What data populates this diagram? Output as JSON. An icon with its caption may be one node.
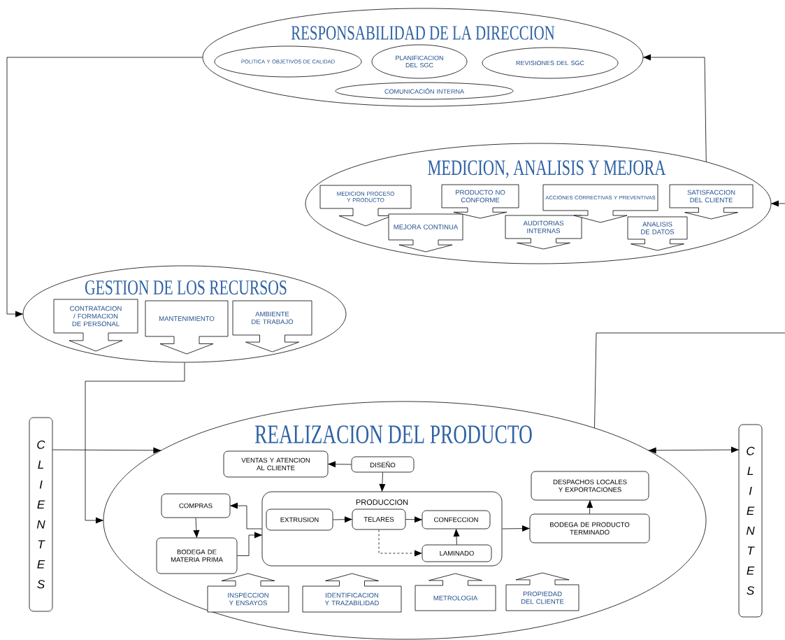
{
  "diagram": {
    "nodes": [
      {
        "text": [
          "RESPONSABILIDAD DE LA DIRECCION"
        ]
      },
      {
        "text": [
          "POLITICA Y OBJETIVOS DE CALIDAD"
        ],
        "in": 0
      },
      {
        "text": [
          "PLANIFICACION DEL SGC"
        ],
        "in": 0
      },
      {
        "text": [
          "REVISIONES DEL SGC"
        ],
        "in": 0
      },
      {
        "text": [
          "COMUNICACIÓN INTERNA"
        ],
        "in": 0
      },
      {
        "text": [
          "MEDICION, ANALISIS Y MEJORA"
        ]
      },
      {
        "text": [
          "MEDICION PROCESO Y PRODUCTO"
        ],
        "in": 5
      },
      {
        "text": [
          "MEJORA CONTINUA"
        ],
        "in": 5
      },
      {
        "text": [
          "PRODUCTO NO CONFORME"
        ],
        "in": 5
      },
      {
        "text": [
          "AUDITORIAS INTERNAS"
        ],
        "in": 5
      },
      {
        "text": [
          "ACCIONES CORRECTIVAS Y PREVENTIVAS"
        ],
        "in": 5
      },
      {
        "text": [
          "ANALISIS DE DATOS"
        ],
        "in": 5
      },
      {
        "text": [
          "SATISFACCION DEL CLIENTE"
        ],
        "in": 5
      },
      {
        "text": [
          "GESTION DE LOS RECURSOS"
        ]
      },
      {
        "text": [
          "CONTRATACION / FORMACION DE PERSONAL"
        ],
        "in": 13
      },
      {
        "text": [
          "MANTENIMIENTO"
        ],
        "in": 13
      },
      {
        "text": [
          "AMBIENTE DE TRABAJO"
        ],
        "in": 13
      },
      {
        "text": [
          "C L I E N T E S"
        ]
      },
      {
        "text": [
          "REALIZACION DEL PRODUCTO"
        ]
      },
      {
        "text": [
          "VENTAS Y ATENCION AL CLIENTE"
        ],
        "in": 18
      },
      {
        "text": [
          "DISEÑO"
        ],
        "in": 18
      },
      {
        "text": [
          "PRODUCCION"
        ],
        "in": 18
      },
      {
        "text": [
          "COMPRAS"
        ],
        "in": 18
      },
      {
        "text": [
          "BODEGA DE MATERIA PRIMA"
        ],
        "in": 18
      },
      {
        "text": [
          "EXTRUSION"
        ],
        "in": 21
      },
      {
        "text": [
          "TELARES"
        ],
        "in": 21
      },
      {
        "text": [
          "CONFECCION"
        ],
        "in": 21
      },
      {
        "text": [
          "LAMINADO"
        ],
        "in": 21
      },
      {
        "text": [
          "DESPACHOS LOCALES Y EXPORTACIONES"
        ],
        "in": 18
      },
      {
        "text": [
          "BODEGA DE PRODUCTO TERMINADO"
        ],
        "in": 18
      },
      {
        "text": [
          "INSPECCION Y ENSAYOS"
        ],
        "in": 18
      },
      {
        "text": [
          "IDENTIFICACION Y TRAZABILIDAD"
        ],
        "in": 18
      },
      {
        "text": [
          "METROLOGIA"
        ],
        "in": 18
      },
      {
        "text": [
          "PROPIEDAD DEL CLIENTE"
        ],
        "in": 18
      },
      {
        "text": [
          "C L I E N T E S"
        ]
      }
    ],
    "edges": [
      {
        "from": 0,
        "to": 13,
        "arrow": "to"
      },
      {
        "from": 5,
        "to": 0,
        "arrow": "to"
      },
      {
        "from": null,
        "to": 5,
        "arrow": "to"
      },
      {
        "from": 18,
        "to": null,
        "arrow": "none"
      },
      {
        "from": 13,
        "to": 18,
        "arrow": "to"
      },
      {
        "from": 17,
        "to": 18,
        "arrow": "to"
      },
      {
        "from": 18,
        "to": 34,
        "arrow": "both"
      },
      {
        "from": 20,
        "to": 19,
        "arrow": "to"
      },
      {
        "from": 20,
        "to": 21,
        "arrow": "to"
      },
      {
        "from": 21,
        "to": 22,
        "arrow": "to"
      },
      {
        "from": 22,
        "to": 23,
        "arrow": "to"
      },
      {
        "from": 23,
        "to": 21,
        "arrow": "to"
      },
      {
        "from": 24,
        "to": 25,
        "arrow": "to"
      },
      {
        "from": 25,
        "to": 26,
        "arrow": "to"
      },
      {
        "from": 25,
        "to": 27,
        "arrow": "to",
        "style": "dashed"
      },
      {
        "from": 27,
        "to": 26,
        "arrow": "to"
      },
      {
        "from": 21,
        "to": 29,
        "arrow": "to"
      },
      {
        "from": 29,
        "to": 28,
        "arrow": "to"
      }
    ]
  }
}
